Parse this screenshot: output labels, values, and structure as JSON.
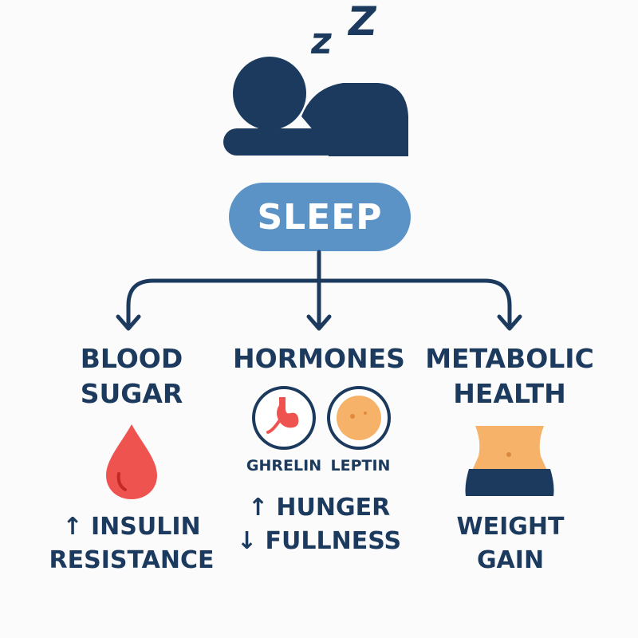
{
  "zzz": {
    "small": "z",
    "large": "Z"
  },
  "center": {
    "label": "SLEEP"
  },
  "columns": {
    "blood_sugar": {
      "heading_line1": "BLOOD",
      "heading_line2": "SUGAR",
      "effect_line1": "↑ INSULIN",
      "effect_line2": "RESISTANCE",
      "icon": "blood-drop-icon"
    },
    "hormones": {
      "heading": "HORMONES",
      "ghrelin_label": "GHRELIN",
      "leptin_label": "LEPTIN",
      "effect_line1": "↑ HUNGER",
      "effect_line2": "↓ FULLNESS",
      "icons": [
        "stomach-icon",
        "fat-cell-icon"
      ]
    },
    "metabolic": {
      "heading_line1": "METABOLIC",
      "heading_line2": "HEALTH",
      "effect_line1": "WEIGHT",
      "effect_line2": "GAIN",
      "icon": "waist-icon"
    }
  },
  "colors": {
    "navy": "#1b3a5e",
    "pill": "#5b93c7",
    "drop": "#ef5350",
    "skin": "#f7b26a",
    "background": "#fbfbfb"
  }
}
